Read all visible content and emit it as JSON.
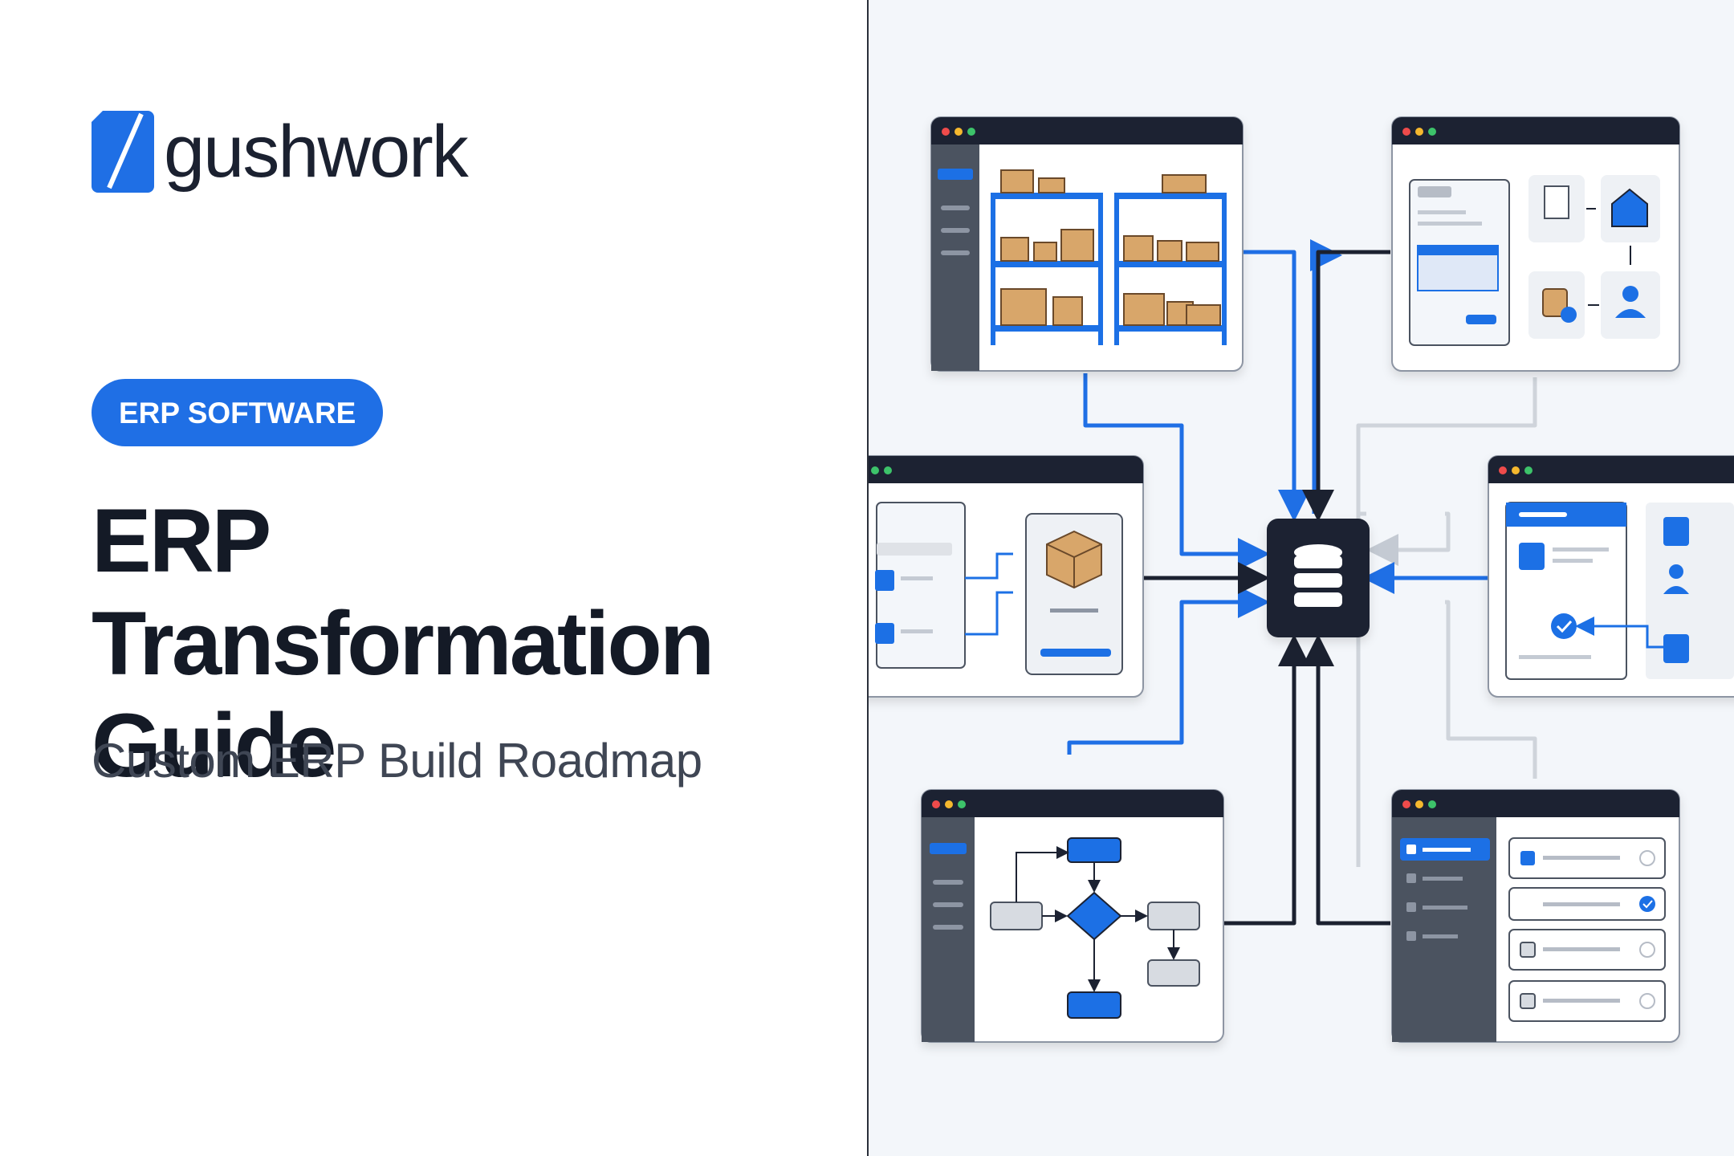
{
  "brand": {
    "name": "gushwork",
    "logo_icon": "slanted-square-logo-icon",
    "primary_color": "#1f6fe5",
    "dark_color": "#1b2130"
  },
  "badge": {
    "label": "ERP SOFTWARE"
  },
  "hero": {
    "title_line1": "ERP Transformation",
    "title_line2": "Guide",
    "subtitle": "Custom ERP Build Roadmap"
  },
  "illustration": {
    "hub_icon": "database-icon",
    "connector_colors": {
      "blue": "#1f6fe5",
      "dark": "#1b2130",
      "gray": "#cfd4db"
    },
    "windows": [
      {
        "name": "warehouse-inventory-window",
        "icon": "warehouse-shelves-icon"
      },
      {
        "name": "order-workflow-window",
        "icon": "document-warehouse-user-icon"
      },
      {
        "name": "product-catalog-window",
        "icon": "package-box-icon"
      },
      {
        "name": "approval-form-window",
        "icon": "checkmark-form-icon"
      },
      {
        "name": "process-flowchart-window",
        "icon": "flowchart-diamond-icon"
      },
      {
        "name": "task-checklist-window",
        "icon": "checklist-icon"
      }
    ]
  }
}
